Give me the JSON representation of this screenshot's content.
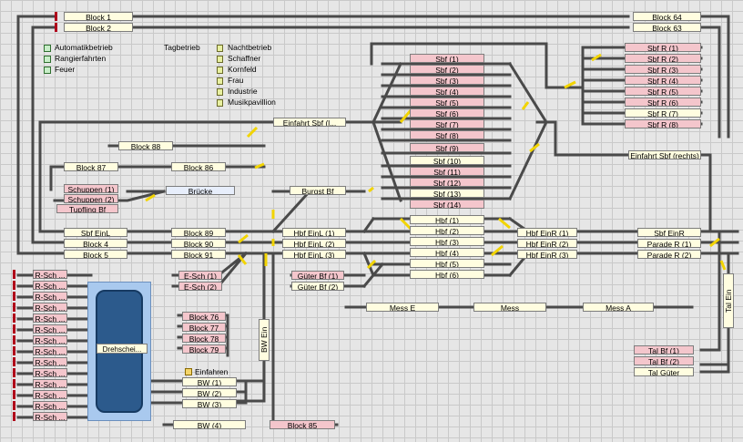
{
  "legend": {
    "left": [
      "Automatikbetrieb",
      "Rangierfahrten",
      "Feuer"
    ],
    "mid_title": "Tagbetrieb",
    "right": [
      "Nachtbetrieb",
      "Schaffner",
      "Kornfeld",
      "Frau",
      "Industrie",
      "Musikpavillion"
    ]
  },
  "blocks": {
    "block1": "Block 1",
    "block2": "Block 2",
    "block64": "Block 64",
    "block63": "Block 63",
    "block88": "Block 88",
    "block87": "Block 87",
    "block86": "Block 86",
    "einfahrt_sbf": "Einfahrt Sbf (l...",
    "einfahrt_sbf_r": "Einfahrt Sbf (rechts)",
    "schuppen1": "Schuppen (1)",
    "schuppen2": "Schuppen (2)",
    "tupfling": "Tupfling Bf",
    "bruecke": "Brücke",
    "burgst": "Burgst Bf",
    "sbf_einl": "Sbf EinL",
    "block4": "Block 4",
    "block5": "Block 5",
    "block89": "Block 89",
    "block90": "Block 90",
    "block91": "Block 91",
    "hbf_einl1": "Hbf EinL (1)",
    "hbf_einl2": "Hbf EinL (2)",
    "hbf_einl3": "Hbf EinL (3)",
    "hbf": [
      "Hbf (1)",
      "Hbf (2)",
      "Hbf (3)",
      "Hbf (4)",
      "Hbf (5)",
      "Hbf (6)"
    ],
    "hbf_einr1": "Hbf EinR (1)",
    "hbf_einr2": "Hbf EinR (2)",
    "hbf_einr3": "Hbf EinR (3)",
    "sbf_einr": "Sbf EinR",
    "parade_r1": "Parade R (1)",
    "parade_r2": "Parade R (2)",
    "sbf_left": [
      "Sbf (1)",
      "Sbf (2)",
      "Sbf (3)",
      "Sbf (4)",
      "Sbf (5)",
      "Sbf (6)",
      "Sbf (7)",
      "Sbf (8)",
      "Sbf (9)",
      "Sbf (10)",
      "Sbf (11)",
      "Sbf (12)",
      "Sbf (13)",
      "Sbf (14)"
    ],
    "sbf_r": [
      "Sbf R (1)",
      "Sbf R (2)",
      "Sbf R (3)",
      "Sbf R (4)",
      "Sbf R (5)",
      "Sbf R (6)",
      "Sbf R (7)",
      "Sbf R (8)"
    ],
    "esch1": "E-Sch (1)",
    "esch2": "E-Sch (2)",
    "gueter1": "Güter Bf (1)",
    "gueter2": "Güter Bf (2)",
    "mess_e": "Mess E",
    "mess": "Mess",
    "mess_a": "Mess A",
    "tal_ein": "Tal Ein",
    "block76": "Block 76",
    "block77": "Block 77",
    "block78": "Block 78",
    "block79": "Block 79",
    "bw_ein": "BW Ein",
    "einfahren": "Einfahren",
    "bw1": "BW (1)",
    "bw2": "BW (2)",
    "bw3": "BW (3)",
    "bw4": "BW (4)",
    "block85": "Block 85",
    "tal_bf1": "Tal Bf (1)",
    "tal_bf2": "Tal Bf (2)",
    "tal_gueter": "Tal Güter",
    "rsch": "R-Sch ...",
    "drehscheibe": "Drehschei..."
  },
  "colors": {
    "occupied": "#f4c6cc",
    "free": "#fffde0",
    "track": "#4a4a4a",
    "switch": "#f2d400",
    "signal_red": "#b0001a",
    "signal_green": "#1e9a1e"
  }
}
